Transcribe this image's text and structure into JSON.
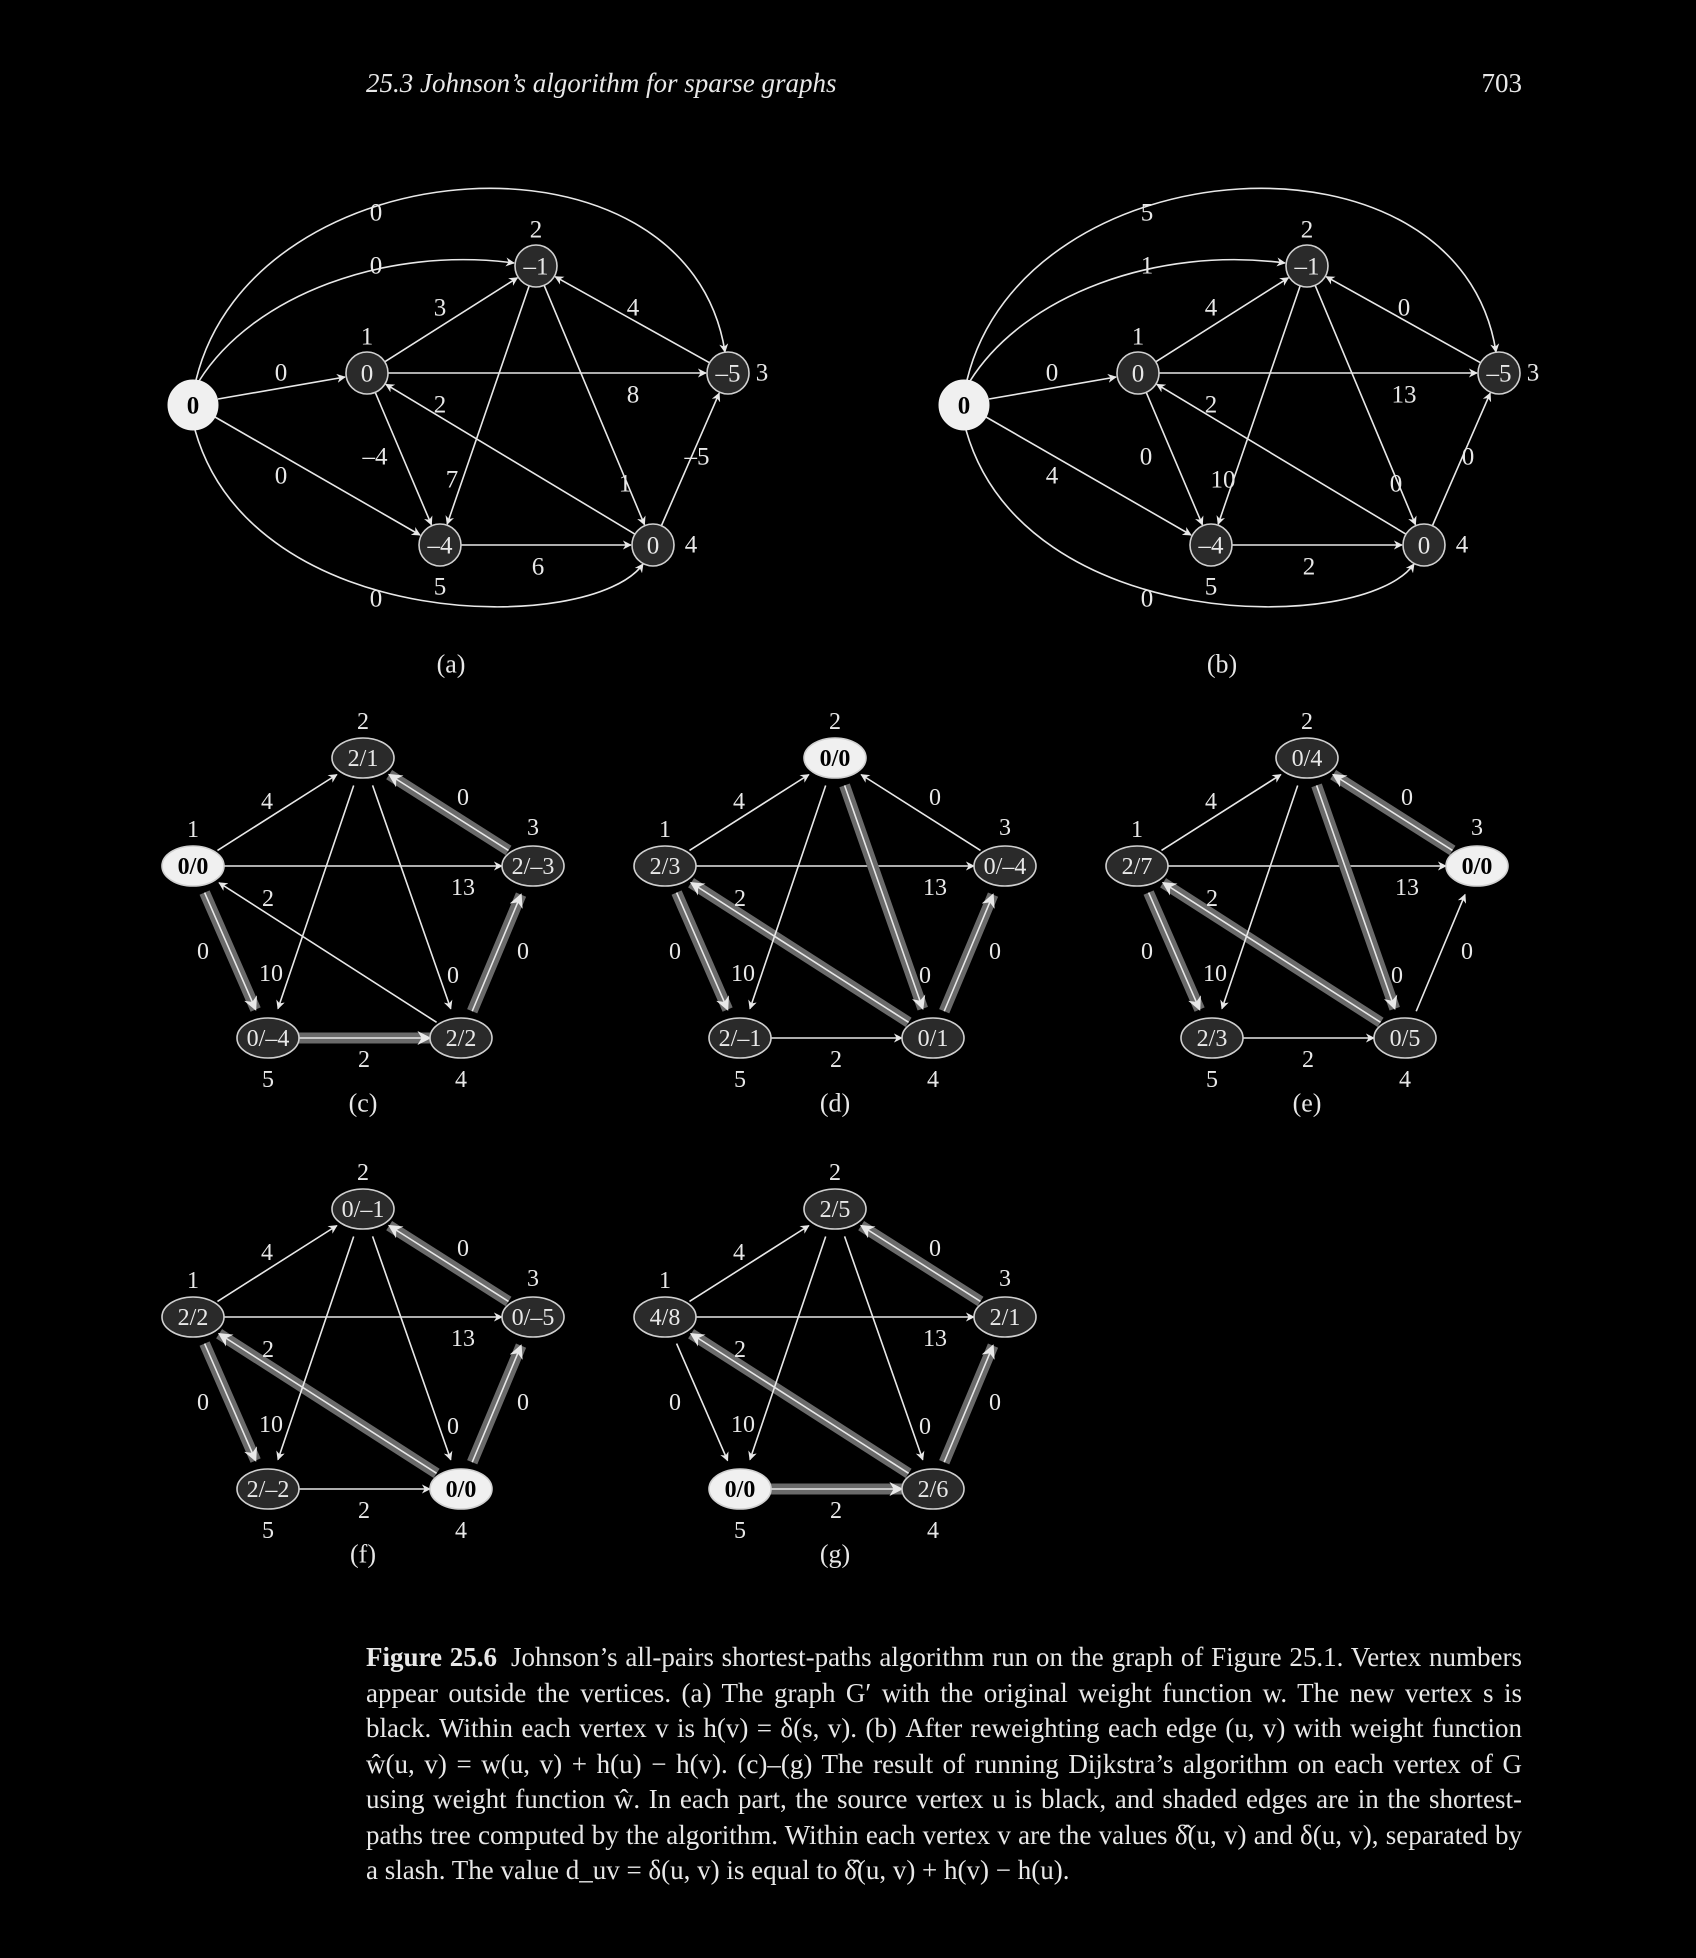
{
  "header": {
    "section": "25.3   Johnson’s algorithm for sparse graphs",
    "page_number": "703"
  },
  "graphs": {
    "a": {
      "label": "(a)",
      "source_value": "0",
      "vertices": {
        "v1": "0",
        "v2": "–1",
        "v3": "–5",
        "v4": "0",
        "v5": "–4"
      },
      "vertex_numbers": {
        "v1": "1",
        "v2": "2",
        "v3": "3",
        "v4": "4",
        "v5": "5"
      },
      "weights": {
        "s_v1": "0",
        "s_v2": "0",
        "s_v3": "0",
        "s_v4": "0",
        "s_v5": "0",
        "v1_v2": "3",
        "v1_v3": "8",
        "v1_v5": "–4",
        "v4_v1": "2",
        "v3_v2": "4",
        "v2_v5": "7",
        "v2_v4": "1",
        "v4_v3": "–5",
        "v5_v4": "6"
      }
    },
    "b": {
      "label": "(b)",
      "source_value": "0",
      "vertices": {
        "v1": "0",
        "v2": "–1",
        "v3": "–5",
        "v4": "0",
        "v5": "–4"
      },
      "vertex_numbers": {
        "v1": "1",
        "v2": "2",
        "v3": "3",
        "v4": "4",
        "v5": "5"
      },
      "weights": {
        "s_v1": "0",
        "s_v2": "1",
        "s_v3": "5",
        "s_v4": "0",
        "s_v5": "4",
        "v1_v2": "4",
        "v1_v3": "13",
        "v1_v5": "0",
        "v4_v1": "2",
        "v3_v2": "0",
        "v2_v5": "10",
        "v2_v4": "0",
        "v4_v3": "0",
        "v5_v4": "2"
      }
    },
    "c": {
      "label": "(c)",
      "vertices": {
        "v1": "0/0",
        "v2": "2/1",
        "v3": "2/–3",
        "v4": "2/2",
        "v5": "0/–4"
      },
      "vertex_numbers": {
        "v1": "1",
        "v2": "2",
        "v3": "3",
        "v4": "4",
        "v5": "5"
      },
      "weights": {
        "v1_v2": "4",
        "v1_v3": "13",
        "v1_v5": "0",
        "v4_v1": "2",
        "v3_v2": "0",
        "v2_v5": "10",
        "v2_v4": "0",
        "v4_v3": "0",
        "v5_v4": "2"
      }
    },
    "d": {
      "label": "(d)",
      "vertices": {
        "v1": "2/3",
        "v2": "0/0",
        "v3": "0/–4",
        "v4": "0/1",
        "v5": "2/–1"
      },
      "vertex_numbers": {
        "v1": "1",
        "v2": "2",
        "v3": "3",
        "v4": "4",
        "v5": "5"
      },
      "weights": {
        "v1_v2": "4",
        "v1_v3": "13",
        "v1_v5": "0",
        "v4_v1": "2",
        "v3_v2": "0",
        "v2_v5": "10",
        "v2_v4": "0",
        "v4_v3": "0",
        "v5_v4": "2"
      }
    },
    "e": {
      "label": "(e)",
      "vertices": {
        "v1": "2/7",
        "v2": "0/4",
        "v3": "0/0",
        "v4": "0/5",
        "v5": "2/3"
      },
      "vertex_numbers": {
        "v1": "1",
        "v2": "2",
        "v3": "3",
        "v4": "4",
        "v5": "5"
      },
      "weights": {
        "v1_v2": "4",
        "v1_v3": "13",
        "v1_v5": "0",
        "v4_v1": "2",
        "v3_v2": "0",
        "v2_v5": "10",
        "v2_v4": "0",
        "v4_v3": "0",
        "v5_v4": "2"
      }
    },
    "f": {
      "label": "(f)",
      "vertices": {
        "v1": "2/2",
        "v2": "0/–1",
        "v3": "0/–5",
        "v4": "0/0",
        "v5": "2/–2"
      },
      "vertex_numbers": {
        "v1": "1",
        "v2": "2",
        "v3": "3",
        "v4": "4",
        "v5": "5"
      },
      "weights": {
        "v1_v2": "4",
        "v1_v3": "13",
        "v1_v5": "0",
        "v4_v1": "2",
        "v3_v2": "0",
        "v2_v5": "10",
        "v2_v4": "0",
        "v4_v3": "0",
        "v5_v4": "2"
      }
    },
    "g": {
      "label": "(g)",
      "vertices": {
        "v1": "4/8",
        "v2": "2/5",
        "v3": "2/1",
        "v4": "2/6",
        "v5": "0/0"
      },
      "vertex_numbers": {
        "v1": "1",
        "v2": "2",
        "v3": "3",
        "v4": "4",
        "v5": "5"
      },
      "weights": {
        "v1_v2": "4",
        "v1_v3": "13",
        "v1_v5": "0",
        "v4_v1": "2",
        "v3_v2": "0",
        "v2_v5": "10",
        "v2_v4": "0",
        "v4_v3": "0",
        "v5_v4": "2"
      }
    }
  },
  "caption": {
    "label": "Figure 25.6",
    "text": "Johnson’s all-pairs shortest-paths algorithm run on the graph of Figure 25.1. Vertex numbers appear outside the vertices. (a) The graph G′ with the original weight function w. The new vertex s is black. Within each vertex v is h(v) = δ(s, v). (b) After reweighting each edge (u, v) with weight function ŵ(u, v) = w(u, v) + h(u) − h(v). (c)–(g) The result of running Dijkstra’s algorithm on each vertex of G using weight function ŵ. In each part, the source vertex u is black, and shaded edges are in the shortest-paths tree computed by the algorithm. Within each vertex v are the values δ̂(u, v) and δ(u, v), separated by a slash. The value d_uv = δ(u, v) is equal to δ̂(u, v) + h(v) − h(u)."
  }
}
